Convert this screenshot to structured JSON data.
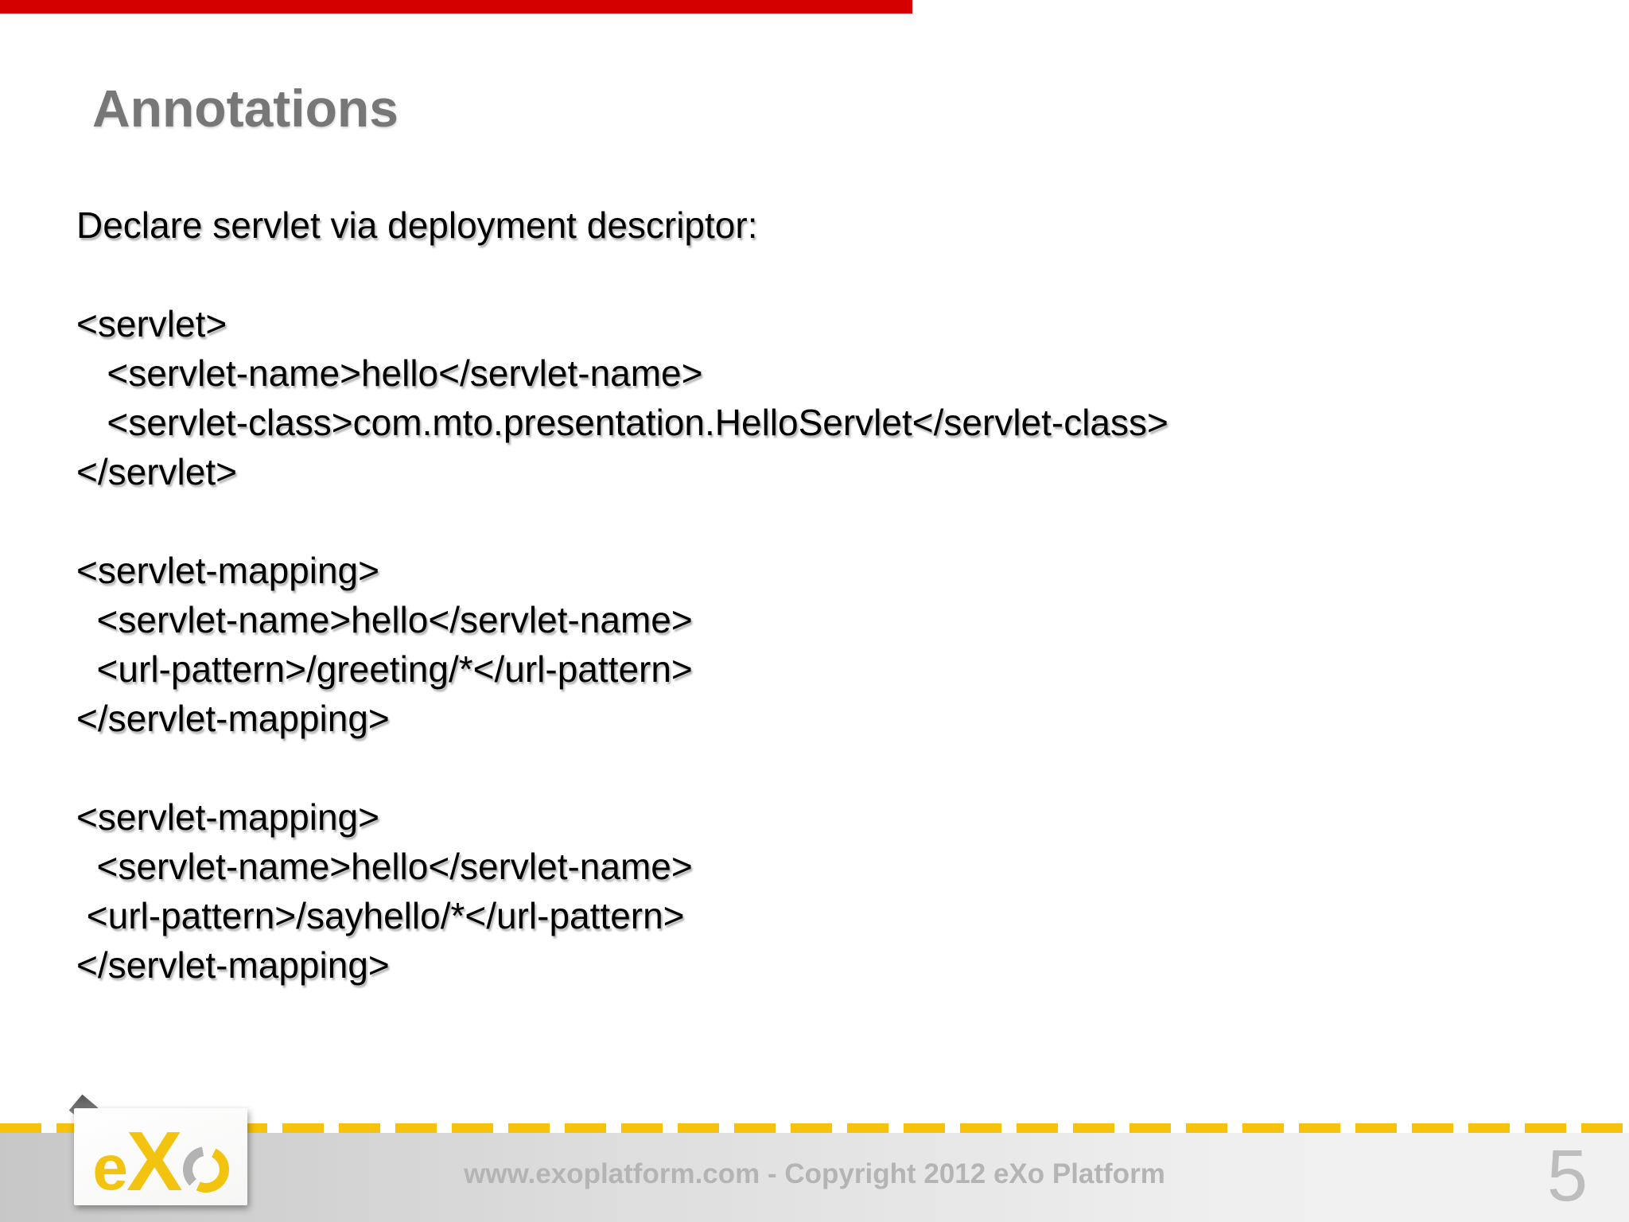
{
  "slide": {
    "title": "Annotations",
    "page_number": "5"
  },
  "body_lines": [
    "Declare servlet via deployment descriptor:",
    "",
    "<servlet>",
    "   <servlet-name>hello</servlet-name>",
    "   <servlet-class>com.mto.presentation.HelloServlet</servlet-class>",
    "</servlet>",
    "",
    "<servlet-mapping>",
    "  <servlet-name>hello</servlet-name>",
    "  <url-pattern>/greeting/*</url-pattern>",
    "</servlet-mapping>",
    "",
    "<servlet-mapping>",
    "  <servlet-name>hello</servlet-name>",
    " <url-pattern>/sayhello/*</url-pattern>",
    "</servlet-mapping>"
  ],
  "footer": {
    "copyright": "www.exoplatform.com - Copyright 2012 eXo Platform",
    "logo_e": "e",
    "logo_x": "X"
  },
  "colors": {
    "accent_red": "#d40000",
    "brand_yellow": "#f2c30f",
    "title_gray": "#777777",
    "footer_text_gray": "#b4b4b4"
  }
}
